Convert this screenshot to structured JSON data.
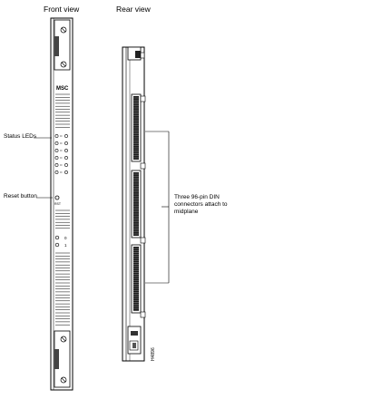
{
  "views": {
    "front": "Front view",
    "rear": "Rear view"
  },
  "front_panel": {
    "model": "MSC",
    "status_leds_label": "Status LEDs",
    "reset_button_label": "Reset button",
    "reset_text": "RST",
    "port_labels": [
      "0",
      "1"
    ]
  },
  "rear_panel": {
    "connector_note": "Three 96-pin DIN connectors attach to midplane",
    "figure_id": "H4896"
  }
}
